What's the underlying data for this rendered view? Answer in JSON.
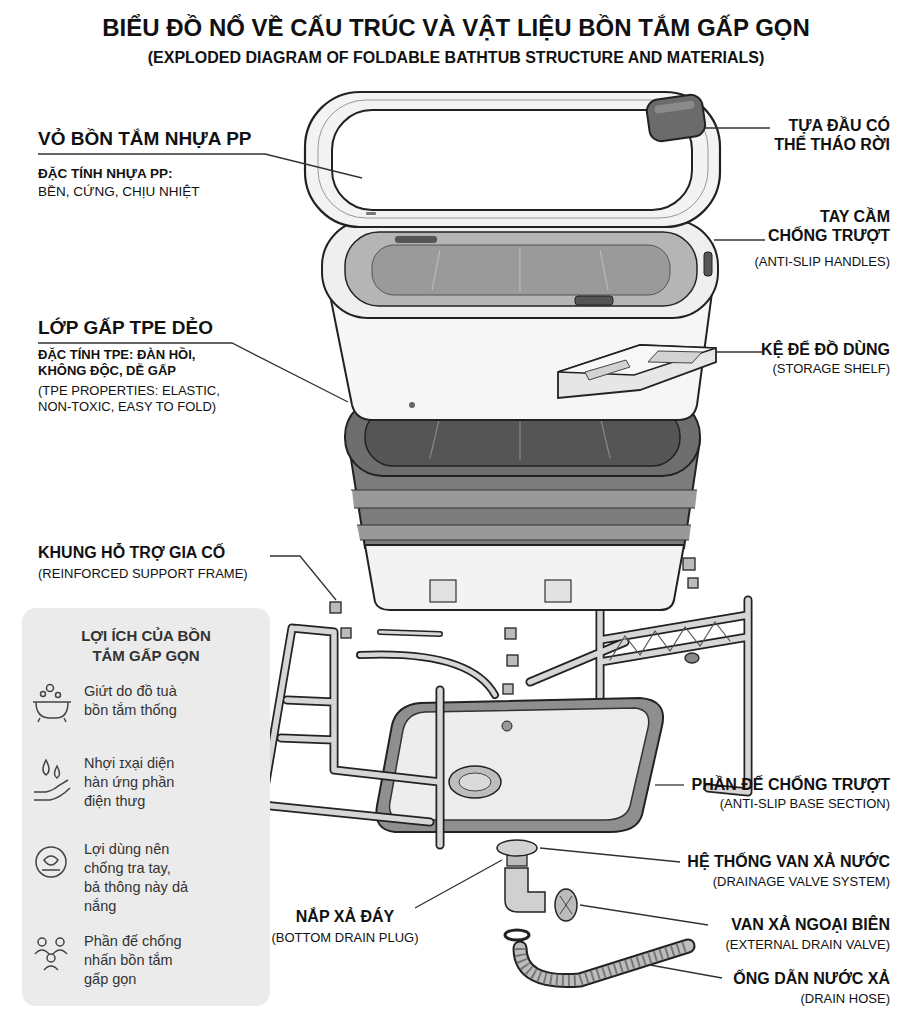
{
  "diagram": {
    "title": "BIỂU ĐỒ NỔ VỀ CẤU TRÚC VÀ VẬT LIỆU BỒN TẮM GẤP GỌN",
    "nodes": [
      {
        "text": [
          "LỢI ÍCH CỦA BỒN TẮM GẤP GỌN",
          "Giứt do đồ tuà bồn tắm thống",
          "Nhợi ɪxại diện hàn ứng phần điện thưg",
          "Lợi dùng nên chống tra tay, bả thông này dả nắng",
          "Phần đế chống nhấn bồn tắm gấp gọn"
        ]
      }
    ],
    "labels": [
      "(EXPLODED DIAGRAM OF FOLDABLE BATHTUB STRUCTURE AND MATERIALS)",
      "VỎ BỒN TẮM NHỰA PP",
      "ĐẶC TÍNH NHỰA PP:",
      "BỀN, CỨNG, CHỊU NHIỆT",
      "LỚP GẤP TPE DẺO",
      "ĐẶC TÍNH TPE: ĐÀN HỒI, KHÔNG ĐỘC, DỄ GẤP",
      "(TPE PROPERTIES: ELASTIC, NON-TOXIC, EASY TO FOLD)",
      "KHUNG HỖ TRỢ GIA CỐ",
      "(REINFORCED SUPPORT FRAME)",
      "TỰA ĐẦU CÓ THỂ THÁO RỜI",
      "TAY CẦM CHỐNG TRƯỢT",
      "(ANTI-SLIP HANDLES)",
      "KỆ ĐỂ ĐỒ DÙNG",
      "(STORAGE SHELF)",
      "PHẦN ĐẾ CHỐNG TRƯỢT",
      "(ANTI-SLIP BASE SECTION)",
      "HỆ THỐNG VAN XẢ NƯỚC",
      "(DRAINAGE VALVE SYSTEM)",
      "VAN XẢ NGOẠI BIÊN",
      "(EXTERNAL DRAIN VALVE)",
      "ỐNG DẪN NƯỚC XẢ",
      "(DRAIN HOSE)",
      "NẮP XẢ ĐÁY",
      "(BOTTOM DRAIN PLUG)"
    ]
  }
}
